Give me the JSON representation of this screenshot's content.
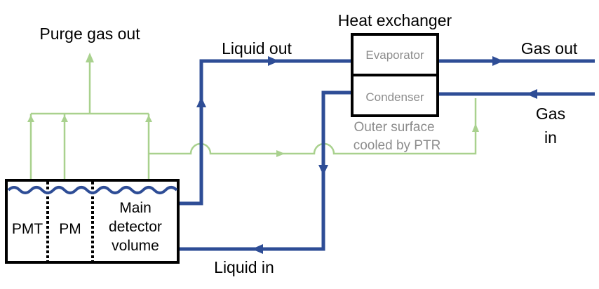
{
  "colors": {
    "liquid_gas_line": "#2e4d96",
    "purge_line": "#a9d18e",
    "box_stroke": "#000000",
    "grey_text": "#8c8c8c"
  },
  "labels": {
    "purge_gas_out": "Purge gas out",
    "heat_exchanger": "Heat exchanger",
    "evaporator": "Evaporator",
    "condenser": "Condenser",
    "liquid_out": "Liquid out",
    "liquid_in": "Liquid in",
    "gas_out": "Gas out",
    "gas_in_line1": "Gas",
    "gas_in_line2": "in",
    "outer_surface_line1": "Outer surface",
    "outer_surface_line2": "cooled by PTR",
    "pmt": "PMT",
    "pm": "PM",
    "main_detector_line1": "Main",
    "main_detector_line2": "detector",
    "main_detector_line3": "volume"
  }
}
